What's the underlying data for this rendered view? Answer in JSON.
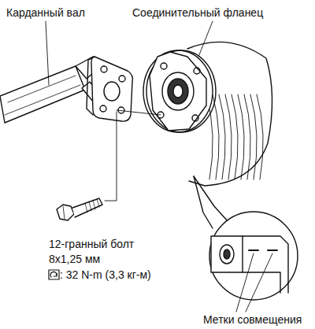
{
  "diagram": {
    "labels": [
      "Карданный вал",
      "Соединительный фланец",
      "12-гранный болт",
      "8x1,25 мм",
      ": 32 N-m (3,3 кг-м)",
      "Метки совмещения"
    ]
  }
}
